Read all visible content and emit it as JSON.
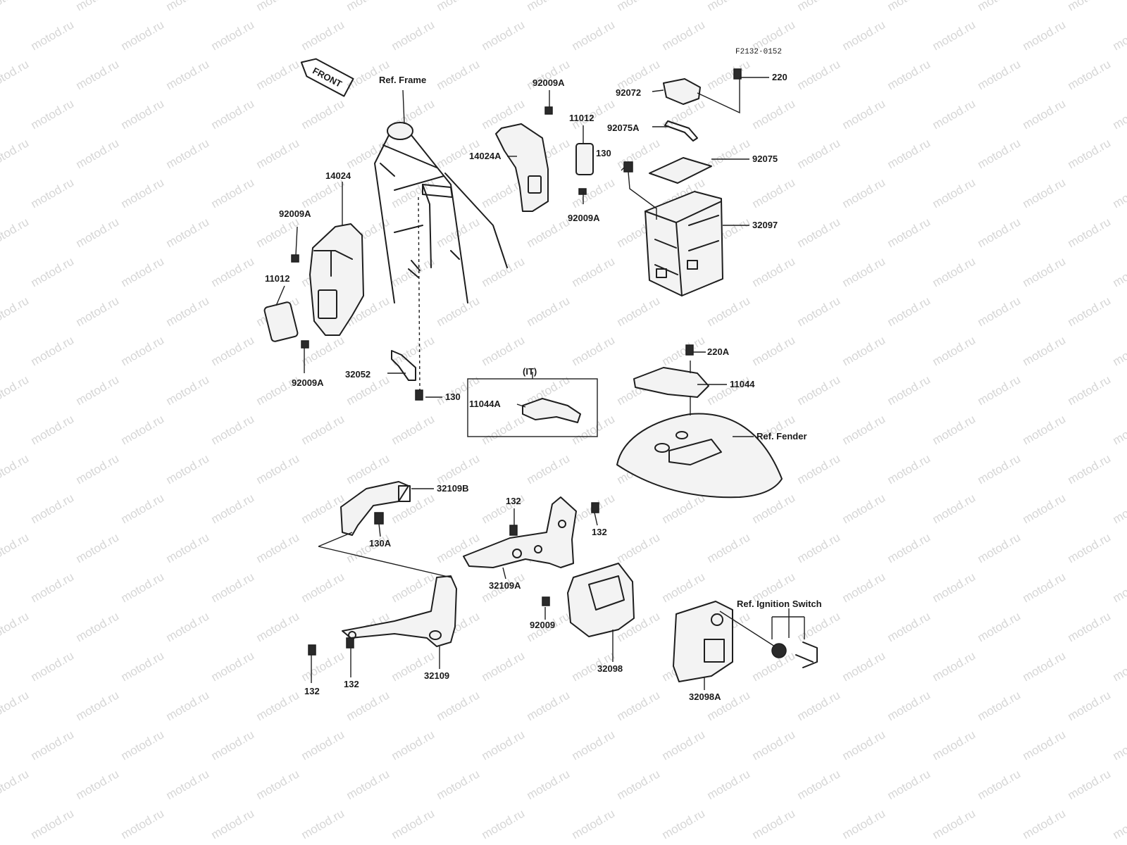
{
  "figure_code": "F2132·0152",
  "watermark": "motod.ru",
  "front_arrow_label": "FRONT",
  "group": {
    "label": "(IT)"
  },
  "callouts": [
    {
      "id": "ref-frame",
      "text": "Ref. Frame"
    },
    {
      "id": "p92009a-top",
      "text": "92009A"
    },
    {
      "id": "p11012-top",
      "text": "11012"
    },
    {
      "id": "p14024a",
      "text": "14024A"
    },
    {
      "id": "p92009a-mid",
      "text": "92009A"
    },
    {
      "id": "p14024",
      "text": "14024"
    },
    {
      "id": "p92009a-left",
      "text": "92009A"
    },
    {
      "id": "p11012-left",
      "text": "11012"
    },
    {
      "id": "p92009a-low",
      "text": "92009A"
    },
    {
      "id": "p32052",
      "text": "32052"
    },
    {
      "id": "p130-mid",
      "text": "130"
    },
    {
      "id": "p11044a",
      "text": "11044A"
    },
    {
      "id": "p92072",
      "text": "92072"
    },
    {
      "id": "p220",
      "text": "220"
    },
    {
      "id": "p92075a",
      "text": "92075A"
    },
    {
      "id": "p130-top",
      "text": "130"
    },
    {
      "id": "p92075",
      "text": "92075"
    },
    {
      "id": "p32097",
      "text": "32097"
    },
    {
      "id": "p220a",
      "text": "220A"
    },
    {
      "id": "p11044",
      "text": "11044"
    },
    {
      "id": "ref-fender",
      "text": "Ref. Fender"
    },
    {
      "id": "p32109b",
      "text": "32109B"
    },
    {
      "id": "p130a",
      "text": "130A"
    },
    {
      "id": "p132-a",
      "text": "132"
    },
    {
      "id": "p132-b",
      "text": "132"
    },
    {
      "id": "p32109a",
      "text": "32109A"
    },
    {
      "id": "p92009",
      "text": "92009"
    },
    {
      "id": "p32098",
      "text": "32098"
    },
    {
      "id": "ref-ignition",
      "text": "Ref. Ignition Switch"
    },
    {
      "id": "p32098a",
      "text": "32098A"
    },
    {
      "id": "p32109",
      "text": "32109"
    },
    {
      "id": "p132-c",
      "text": "132"
    },
    {
      "id": "p132-d",
      "text": "132"
    }
  ]
}
